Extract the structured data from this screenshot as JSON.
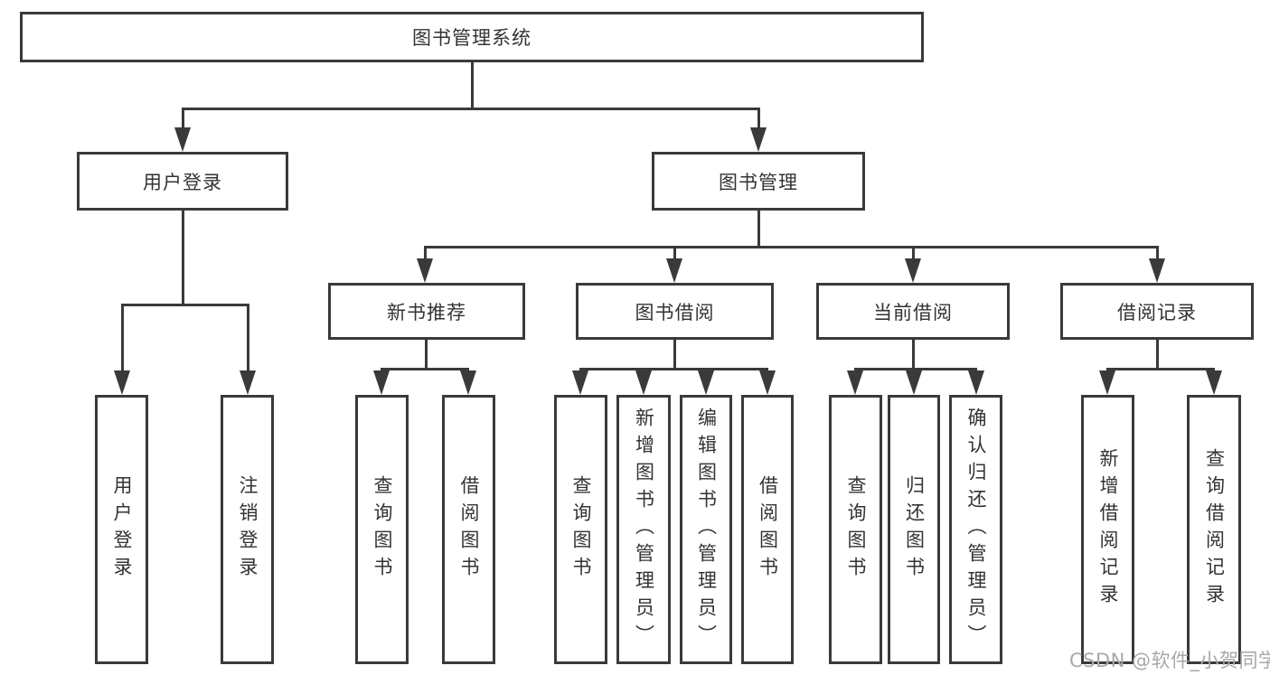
{
  "tree": {
    "root": {
      "label": "图书管理系统"
    },
    "branches": [
      {
        "label": "用户登录",
        "children": [
          {
            "label": "用户登录"
          },
          {
            "label": "注销登录"
          }
        ]
      },
      {
        "label": "图书管理",
        "children": [
          {
            "label": "新书推荐",
            "children": [
              {
                "label": "查询图书"
              },
              {
                "label": "借阅图书"
              }
            ]
          },
          {
            "label": "图书借阅",
            "children": [
              {
                "label": "查询图书"
              },
              {
                "label": "新增图书（管理员）"
              },
              {
                "label": "编辑图书（管理员）"
              },
              {
                "label": "借阅图书"
              }
            ]
          },
          {
            "label": "当前借阅",
            "children": [
              {
                "label": "查询图书"
              },
              {
                "label": "归还图书"
              },
              {
                "label": "确认归还（管理员）"
              }
            ]
          },
          {
            "label": "借阅记录",
            "children": [
              {
                "label": "新增借阅记录"
              },
              {
                "label": "查询借阅记录"
              }
            ]
          }
        ]
      }
    ]
  },
  "watermark": "CSDN @软件_小贺同学",
  "colors": {
    "line": "#3a3a3a",
    "text": "#333333",
    "background": "#ffffff",
    "watermark": "#a8a8a8"
  }
}
